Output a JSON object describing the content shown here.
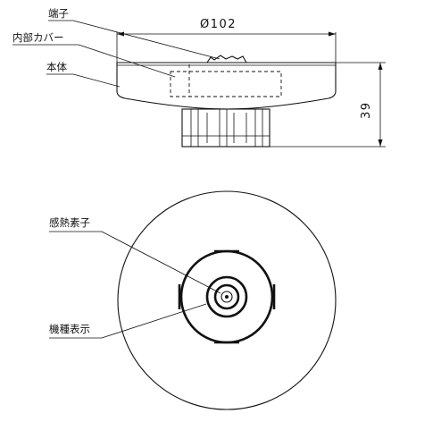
{
  "labels": {
    "terminal": "端子",
    "inner_cover": "内部カバー",
    "body": "本体",
    "heat_element": "感熱素子",
    "model_display": "機種表示"
  },
  "dimensions": {
    "diameter": "Ø102",
    "height": "39"
  }
}
